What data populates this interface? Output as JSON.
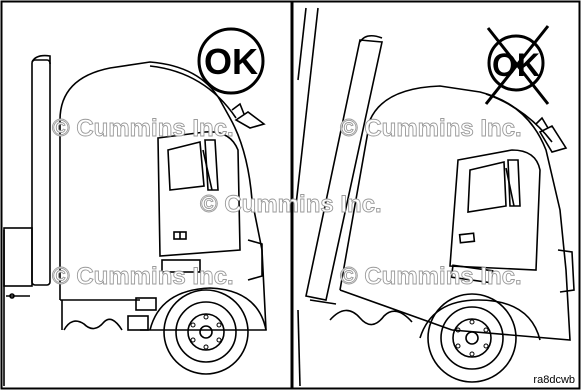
{
  "panels": [
    {
      "id": "correct",
      "verdict_text": "OK",
      "crossed_out": false
    },
    {
      "id": "incorrect",
      "verdict_text": "OK",
      "crossed_out": true
    }
  ],
  "watermark": "© Cummins Inc.",
  "figure_code": "ra8dcwb"
}
